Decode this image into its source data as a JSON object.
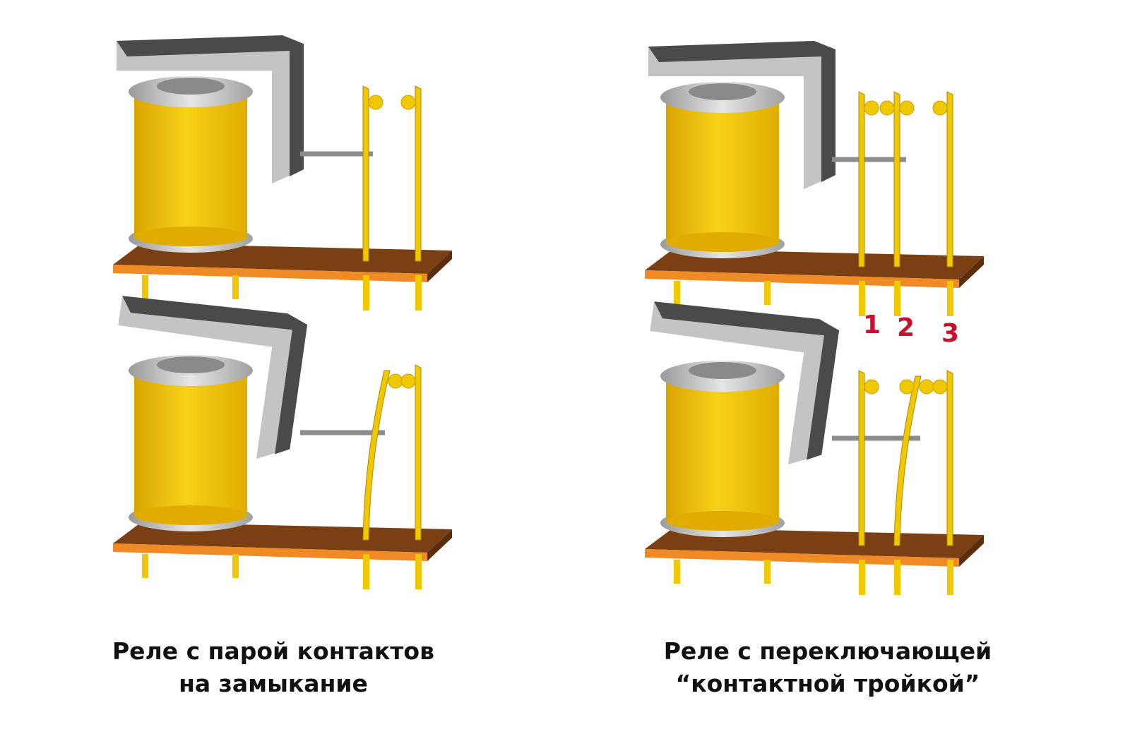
{
  "captions": {
    "left": {
      "line1": "Реле с парой контактов",
      "line2": "на замыкание"
    },
    "right": {
      "line1": "Реле с переключающей",
      "line2": "“контактной тройкой”"
    }
  },
  "contact_numbers": [
    "1",
    "2",
    "3"
  ],
  "colors": {
    "coil": "#f2c20a",
    "yoke_light": "#c4c4c4",
    "yoke_dark": "#4a4a4a",
    "base_top": "#7a3f12",
    "base_front": "#f08a24",
    "contact": "#f0c800",
    "label": "#c8102e"
  },
  "relays": [
    {
      "name": "relay-pair-open",
      "contacts": 2,
      "actuated": false
    },
    {
      "name": "relay-pair-closed",
      "contacts": 2,
      "actuated": true
    },
    {
      "name": "relay-changeover-rest",
      "contacts": 3,
      "actuated": false
    },
    {
      "name": "relay-changeover-actuated",
      "contacts": 3,
      "actuated": true
    }
  ]
}
